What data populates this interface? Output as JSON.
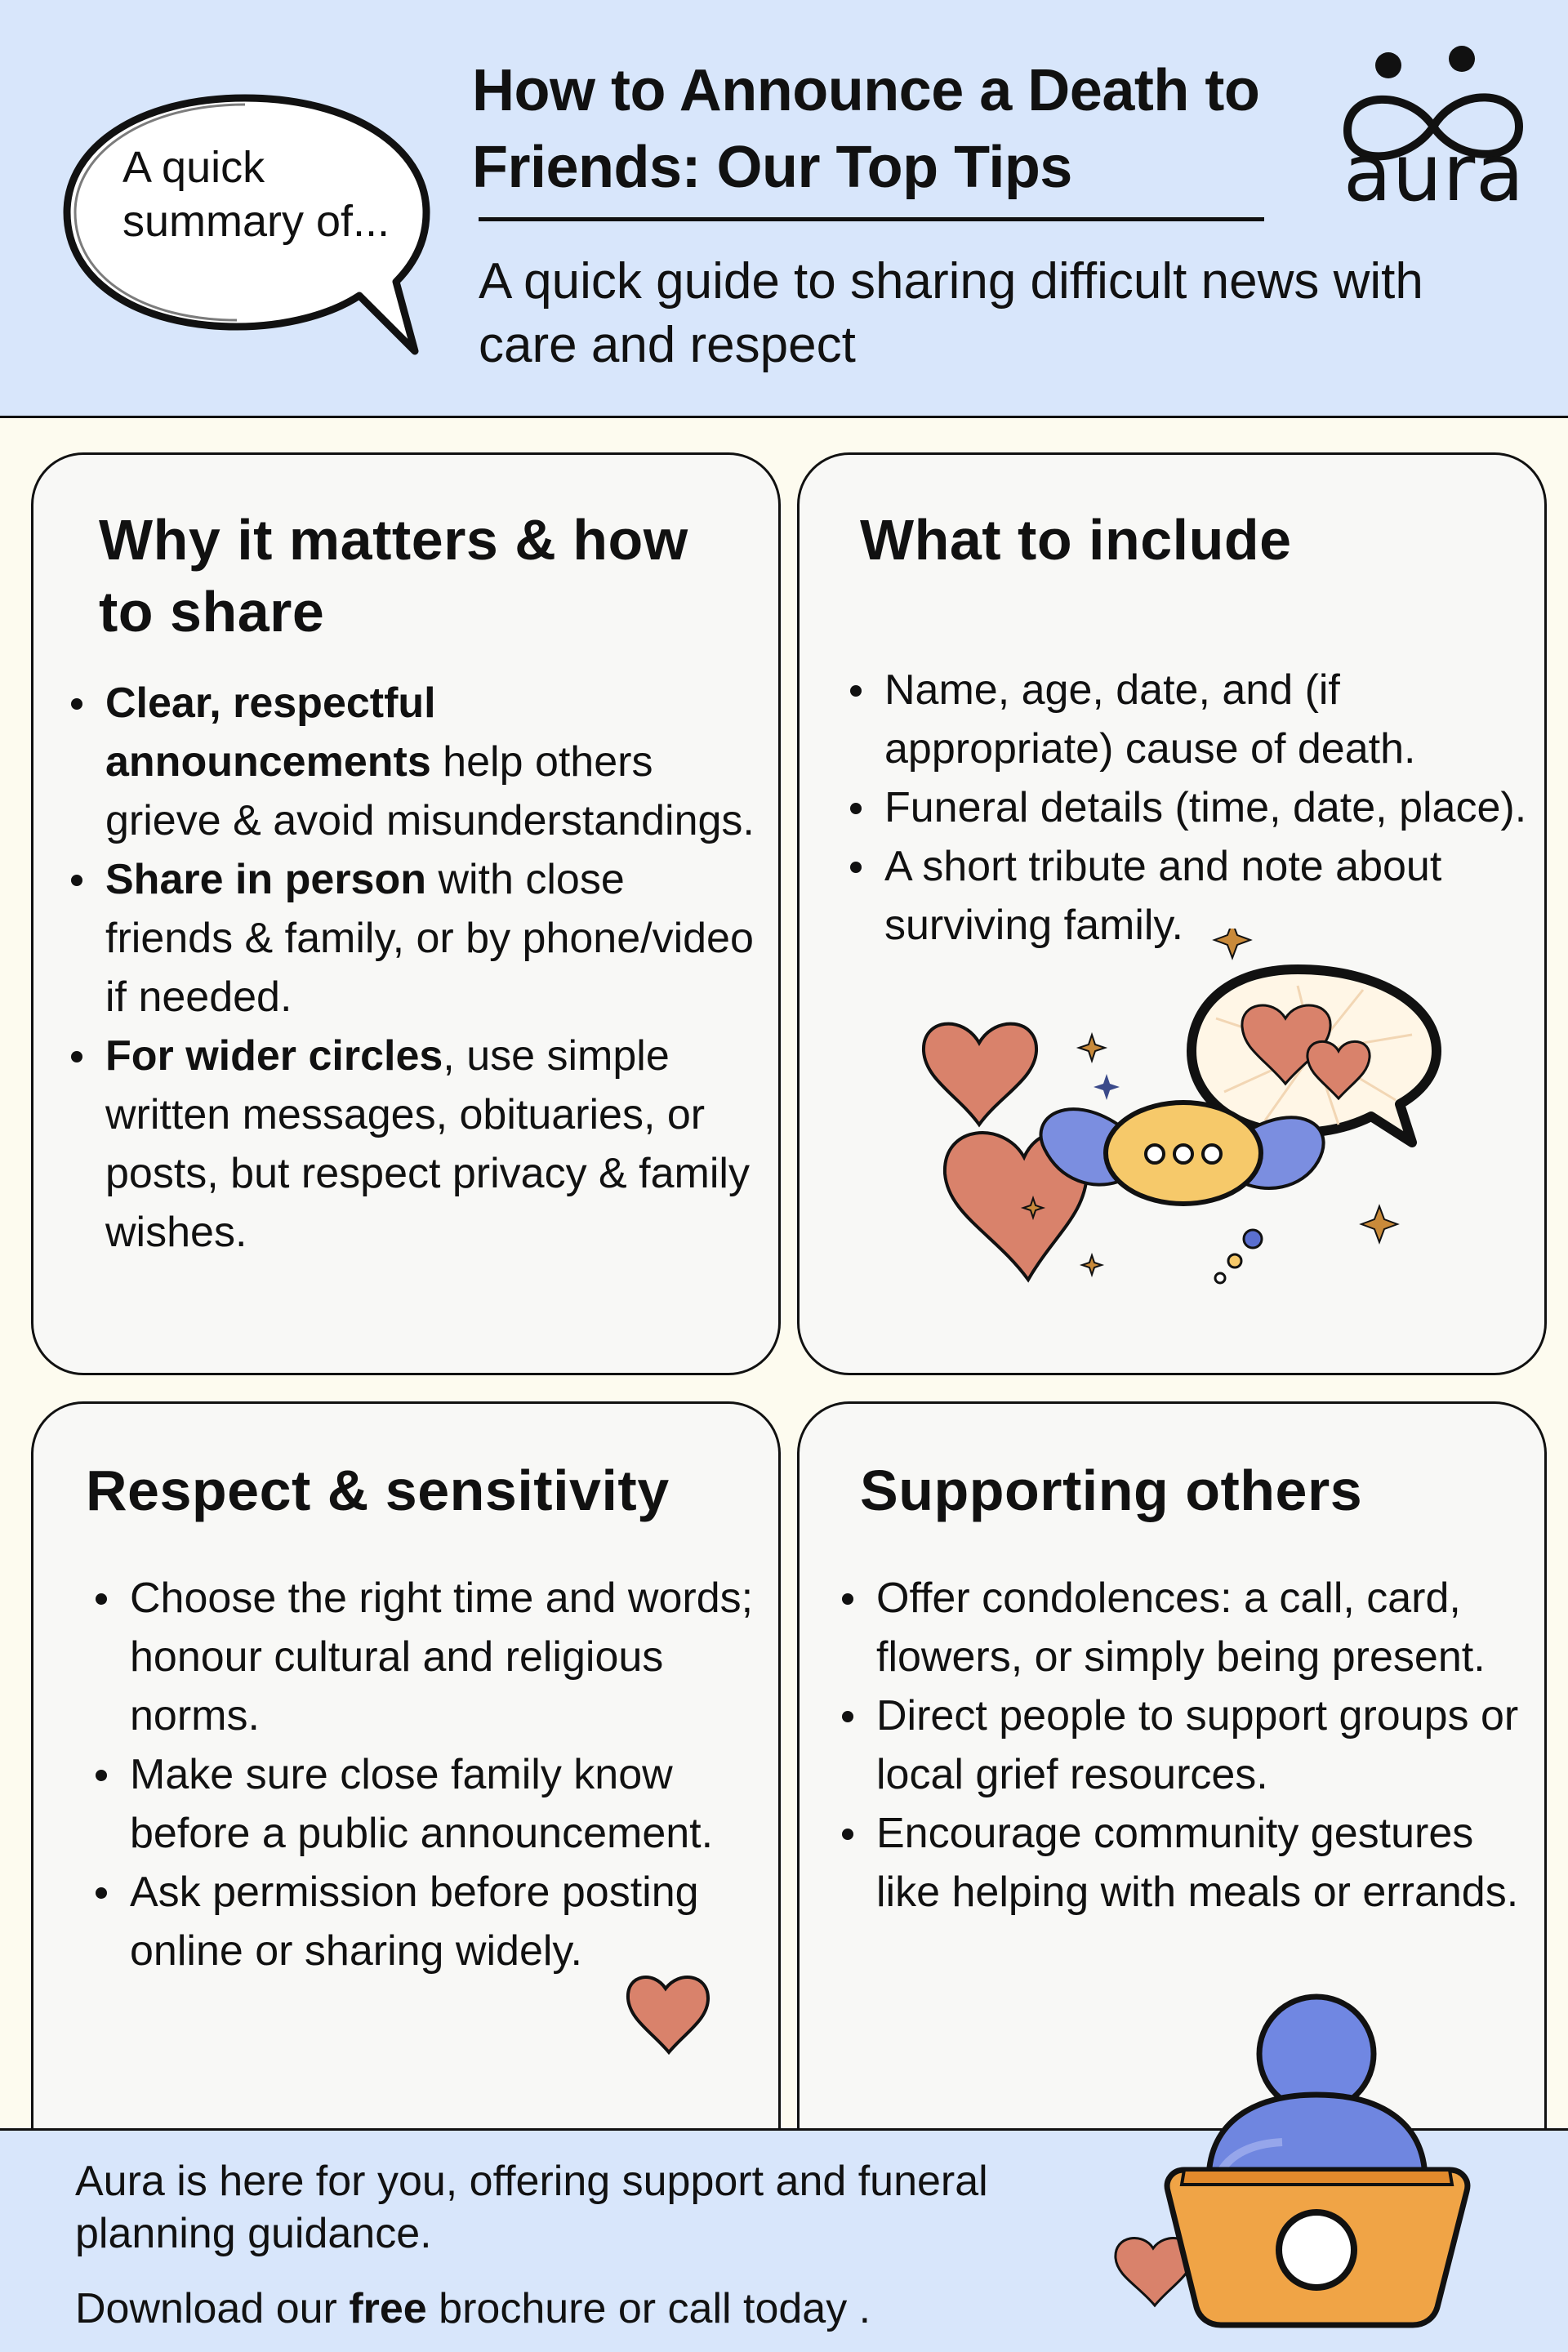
{
  "header": {
    "bubble_text": "A quick summary of...",
    "title": "How to Announce a Death to Friends: Our Top Tips",
    "subtitle": "A quick guide to sharing difficult news with care and respect",
    "logo_text": "aura"
  },
  "cards": {
    "why": {
      "title": "Why it matters & how to share",
      "items": [
        {
          "bold": "Clear, respectful announcements",
          "rest": " help others grieve & avoid misunderstandings."
        },
        {
          "bold": "Share in person",
          "rest": " with close friends & family, or by phone/video if needed."
        },
        {
          "bold": "For wider circles",
          "rest": ", use simple written messages, obituaries, or posts, but respect privacy & family wishes."
        }
      ]
    },
    "include": {
      "title": "What to include",
      "items": [
        "Name, age, date, and (if appropriate) cause of death.",
        "Funeral details (time, date, place).",
        "A short tribute and note about surviving family."
      ]
    },
    "respect": {
      "title": "Respect & sensitivity",
      "items": [
        "Choose the right time and words; honour cultural and religious norms.",
        "Make sure close family know before a public announcement.",
        "Ask permission before posting online or sharing widely."
      ]
    },
    "support": {
      "title": "Supporting others",
      "items": [
        "Offer condolences: a call, card, flowers, or simply being present.",
        "Direct people to support groups or local grief resources.",
        "Encourage community gestures like helping with meals or errands."
      ]
    }
  },
  "footer": {
    "line1": "Aura is here for you, offering support and funeral planning guidance.",
    "line2_pre": "Download our ",
    "line2_bold": "free",
    "line2_post": " brochure or call today ."
  },
  "colors": {
    "header_bg": "#d8e6fb",
    "page_bg": "#fdfbef",
    "card_bg": "#f8f8f6",
    "heart": "#d9826b",
    "bubble_yellow": "#f6c96a",
    "wing_blue": "#7b8ee0",
    "person_blue": "#6f86e0",
    "basket_orange": "#f0a446"
  },
  "icons": [
    "speech-bubble-icon",
    "aura-logo-icon",
    "heart-icon",
    "sparkle-icon",
    "winged-bubble-icon",
    "person-basket-icon"
  ]
}
